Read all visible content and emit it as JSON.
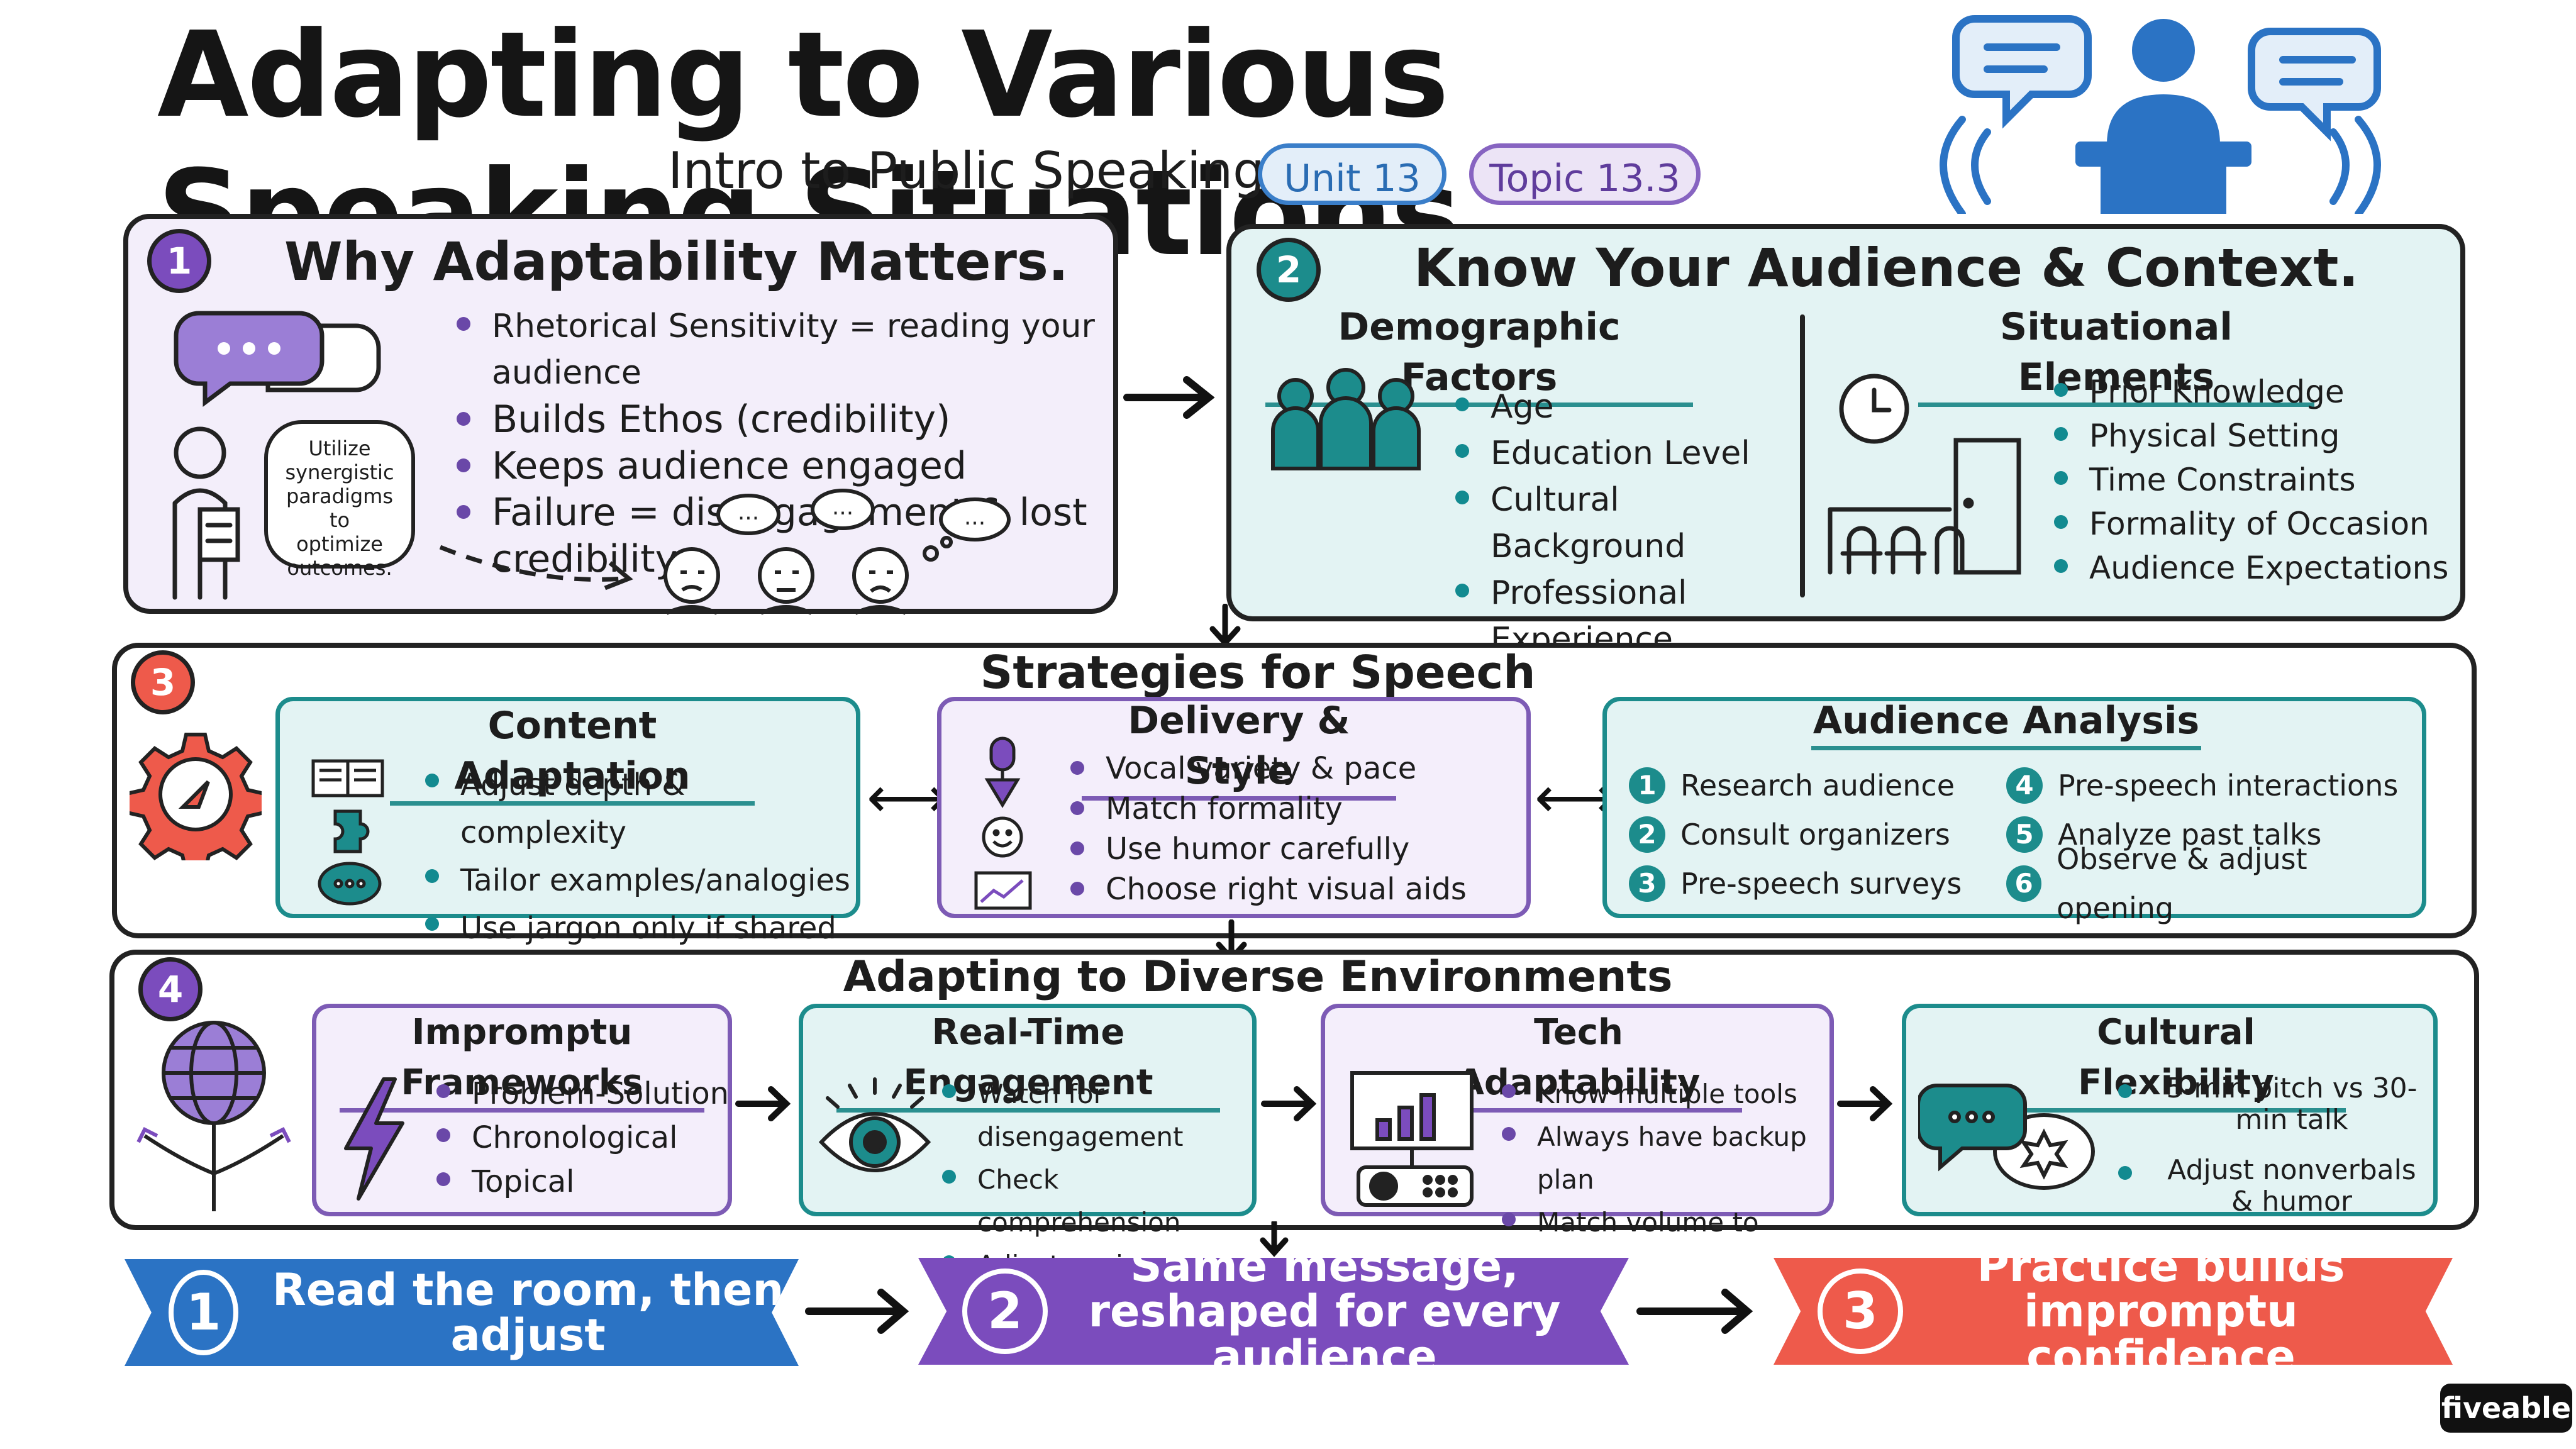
{
  "header": {
    "title": "Adapting to Various Speaking Situations",
    "subtitle": "Intro to Public Speaking",
    "unit_badge": "Unit 13",
    "topic_badge": "Topic 13.3"
  },
  "section1": {
    "number": "1",
    "title": "Why Adaptability Matters.",
    "bullets": [
      "Rhetorical Sensitivity = reading your audience",
      "Builds Ethos (credibility)",
      "Keeps audience engaged",
      "Failure = disengagement & lost credibility"
    ],
    "speech_bubble": [
      "Utilize",
      "synergistic",
      "paradigms to",
      "optimize",
      "outcomes."
    ],
    "thought_dots": "..."
  },
  "section2": {
    "number": "2",
    "title": "Know Your Audience & Context.",
    "demographic": {
      "title": "Demographic Factors",
      "items": [
        "Age",
        "Education Level",
        "Cultural Background",
        "Professional Experience"
      ]
    },
    "situational": {
      "title": "Situational Elements",
      "items": [
        "Prior Knowledge",
        "Physical Setting",
        "Time Constraints",
        "Formality of Occasion",
        "Audience Expectations"
      ]
    }
  },
  "section3": {
    "number": "3",
    "title": "Strategies for Speech Modification",
    "content": {
      "title": "Content Adaptation",
      "items": [
        "Adjust depth & complexity",
        "Tailor examples/analogies",
        "Use jargon only if shared"
      ]
    },
    "delivery": {
      "title": "Delivery & Style",
      "items": [
        "Vocal variety & pace",
        "Match formality",
        "Use humor carefully",
        "Choose right visual aids"
      ]
    },
    "analysis": {
      "title": "Audience Analysis",
      "left": [
        {
          "n": "1",
          "text": "Research audience"
        },
        {
          "n": "2",
          "text": "Consult organizers"
        },
        {
          "n": "3",
          "text": "Pre-speech surveys"
        }
      ],
      "right": [
        {
          "n": "4",
          "text": "Pre-speech interactions"
        },
        {
          "n": "5",
          "text": "Analyze past talks"
        },
        {
          "n": "6",
          "text": "Observe & adjust opening"
        }
      ]
    }
  },
  "section4": {
    "number": "4",
    "title": "Adapting to Diverse Environments",
    "impromptu": {
      "title": "Impromptu Frameworks",
      "items": [
        "Problem-Solution",
        "Chronological",
        "Topical"
      ]
    },
    "realtime": {
      "title": "Real-Time Engagement",
      "items": [
        "Watch for disengagement",
        "Check comprehension",
        "Adjust pacing"
      ]
    },
    "tech": {
      "title": "Tech Adaptability",
      "items": [
        "Know multiple tools",
        "Always have backup plan",
        "Match volume to room"
      ]
    },
    "cultural": {
      "title": "Cultural Flexibility",
      "items": [
        "5-min pitch vs 30-min talk",
        "Adjust nonverbals & humor"
      ]
    }
  },
  "takeaways": [
    {
      "n": "1",
      "text": "Read the room, then adjust",
      "color": "#2b73c4"
    },
    {
      "n": "2",
      "text": "Same message, reshaped for every audience",
      "color": "#7b4cbd"
    },
    {
      "n": "3",
      "text": "Practice builds impromptu confidence",
      "color": "#ee5a4b"
    }
  ],
  "brand": "fiveable",
  "colors": {
    "blue": "#2b73c4",
    "purple": "#7b4cbd",
    "teal": "#1c8c8c",
    "red": "#ee5a4b"
  }
}
